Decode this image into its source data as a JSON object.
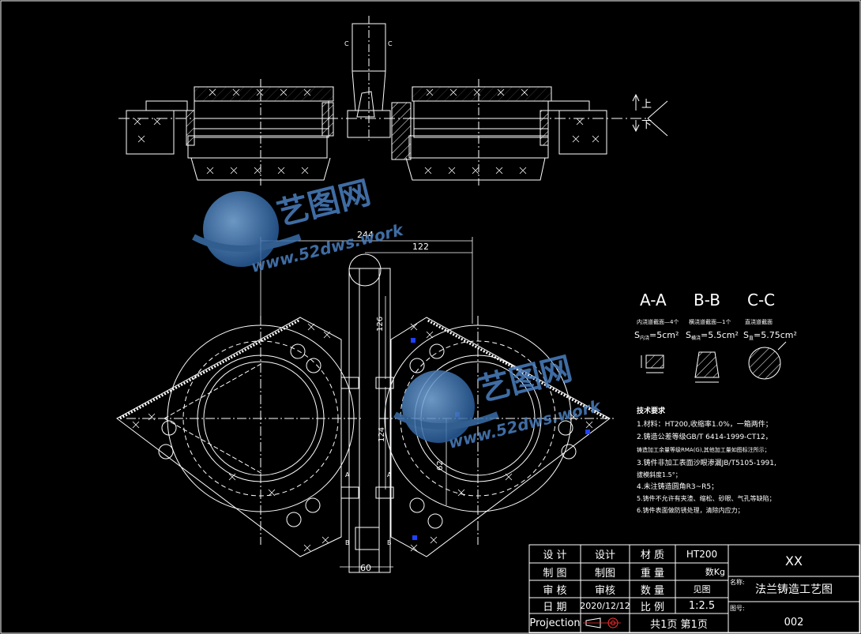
{
  "dimensions": {
    "d244": "244",
    "d122": "122",
    "d126": "126",
    "d124": "124",
    "d62": "62",
    "d60": "60"
  },
  "top_view": {
    "marks_up": "上",
    "marks_down": "下",
    "section_c_left": "C",
    "section_c_right": "C"
  },
  "front_view": {
    "label_a_left": "A",
    "label_a_right": "A",
    "label_b_left": "B",
    "label_b_right": "B"
  },
  "sections": [
    {
      "title": "A-A",
      "note": "内浇道截面—4个",
      "area_main": "S",
      "area_sub": "内浇",
      "area_val": "=5cm²"
    },
    {
      "title": "B-B",
      "note": "横浇道截面—1个",
      "area_main": "S",
      "area_sub": "横浇",
      "area_val": "=5.5cm²"
    },
    {
      "title": "C-C",
      "note": "直浇道截面",
      "area_main": "S",
      "area_sub": "直",
      "area_val": "=5.75cm²"
    }
  ],
  "tech_notes": {
    "title": "技术要求",
    "lines": [
      "1.材料：HT200,收缩率1.0%，一箱两件；",
      "2.铸造公差等级GB/T 6414-1999-CT12，",
      "   铸造加工余量等级RMA(G),其他加工量如图标注所示；",
      "3.铸件非加工表面沙眼渗漏JB/T5105-1991,",
      "   拔模斜度1.5°；",
      "4.未注铸造圆角R3~R5；",
      "5.铸件不允许有夹渣、缩松、砂眼、气孔等缺陷；",
      "6.铸件表面做防锈处理，清除内应力；"
    ]
  },
  "watermark": {
    "brand": "艺图网",
    "url": "www.52dws.work"
  },
  "title_block": {
    "rows": [
      [
        "设 计",
        "设计",
        "材 质",
        "HT200"
      ],
      [
        "制 图",
        "制图",
        "重 量",
        "数Kg"
      ],
      [
        "审 核",
        "审核",
        "数 量",
        "见图"
      ],
      [
        "日 期",
        "2020/12/12",
        "比 例",
        "1:2.5"
      ]
    ],
    "projection_label": "Projection",
    "sheets": "共1页 第1页",
    "company": "XX",
    "name_label": "名称:",
    "drawing_name": "法兰铸造工艺图",
    "number_label": "图号:",
    "drawing_number": "002"
  }
}
